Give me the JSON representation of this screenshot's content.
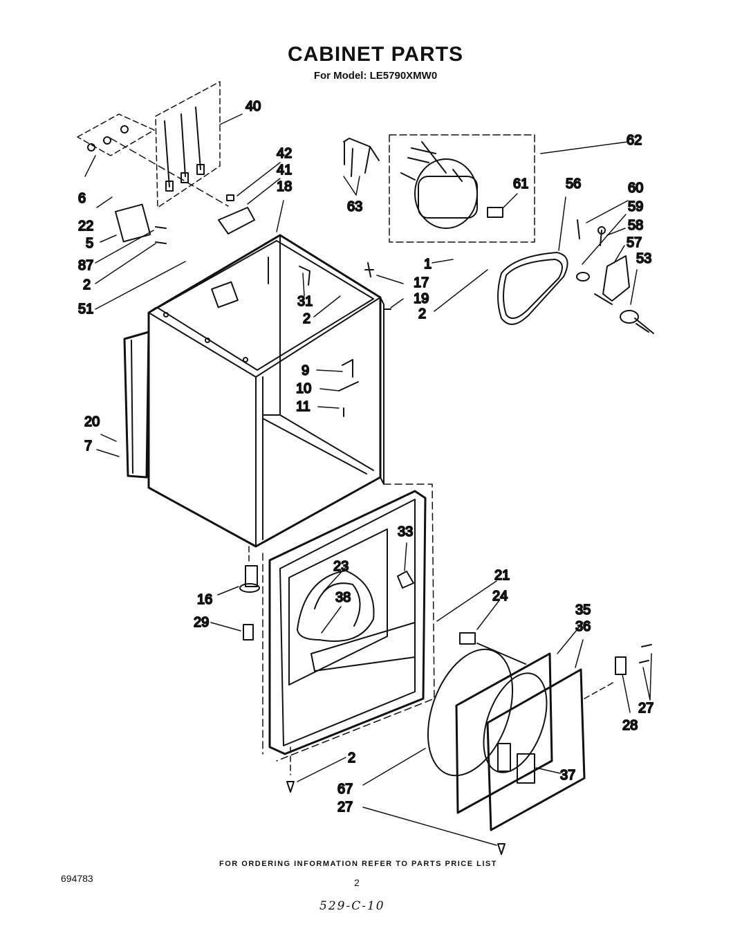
{
  "header": {
    "title": "CABINET PARTS",
    "subtitle": "For Model: LE5790XMW0"
  },
  "footer": {
    "ordering_note": "FOR ORDERING INFORMATION REFER TO PARTS PRICE LIST",
    "doc_number": "694783",
    "page_number": "2",
    "handwritten_ref": "529-C-10"
  },
  "callouts": {
    "c1": "1",
    "c2a": "2",
    "c2b": "2",
    "c2c": "2",
    "c2d": "2",
    "c5": "5",
    "c6": "6",
    "c7": "7",
    "c9": "9",
    "c10": "10",
    "c11": "11",
    "c16": "16",
    "c17": "17",
    "c18": "18",
    "c19": "19",
    "c20": "20",
    "c21": "21",
    "c22": "22",
    "c23": "23",
    "c24": "24",
    "c27a": "27",
    "c27b": "27",
    "c28": "28",
    "c29": "29",
    "c31": "31",
    "c33": "33",
    "c35": "35",
    "c36": "36",
    "c37": "37",
    "c38": "38",
    "c40": "40",
    "c41": "41",
    "c42": "42",
    "c51": "51",
    "c53": "53",
    "c56": "56",
    "c57": "57",
    "c58": "58",
    "c59": "59",
    "c60": "60",
    "c61": "61",
    "c62": "62",
    "c63": "63",
    "c67": "67",
    "c87": "87"
  }
}
